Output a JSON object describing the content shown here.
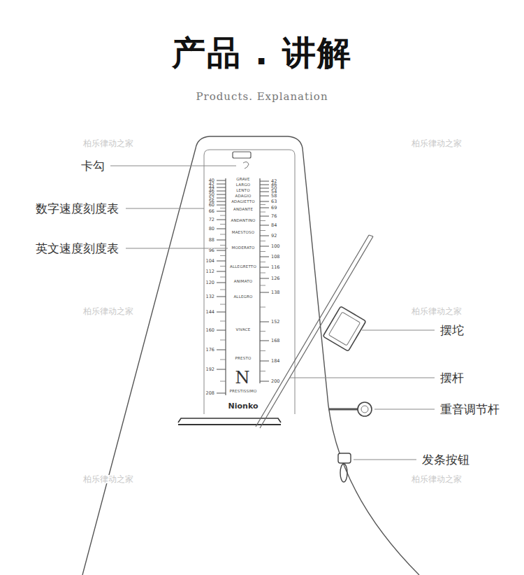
{
  "diagram": {
    "title": "产品 . 讲解",
    "labels": [
      "Products. Explanation",
      "卡勾",
      "数字速度刻度表",
      "英文速度刻度表",
      "摆坨",
      "摆杆",
      "重音调节杆",
      "发条按钮",
      "40",
      "42",
      "44",
      "46",
      "50",
      "52",
      "56",
      "60",
      "66",
      "72",
      "80",
      "88",
      "96",
      "104",
      "112",
      "120",
      "132",
      "144",
      "160",
      "176",
      "192",
      "208",
      "42",
      "46",
      "50",
      "54",
      "58",
      "63",
      "69",
      "76",
      "84",
      "92",
      "100",
      "108",
      "116",
      "126",
      "138",
      "152",
      "168",
      "184",
      "200",
      "GRAVE",
      "LARGO",
      "LENTO",
      "ADAGIO",
      "ADAGIETTO",
      "ANDANTE",
      "ANDANTINO",
      "MAESTOSO",
      "MODERATO",
      "ALLEGRETTO",
      "ANIMATO",
      "ALLEGRO",
      "VIVACE",
      "PRESTO",
      "PRESTISSIMO",
      "N",
      "Nionko",
      "柏乐律动之家",
      "柏乐律动之家",
      "柏乐律动之家",
      "柏乐律动之家",
      "柏乐律动之家",
      "柏乐律动之家"
    ]
  }
}
